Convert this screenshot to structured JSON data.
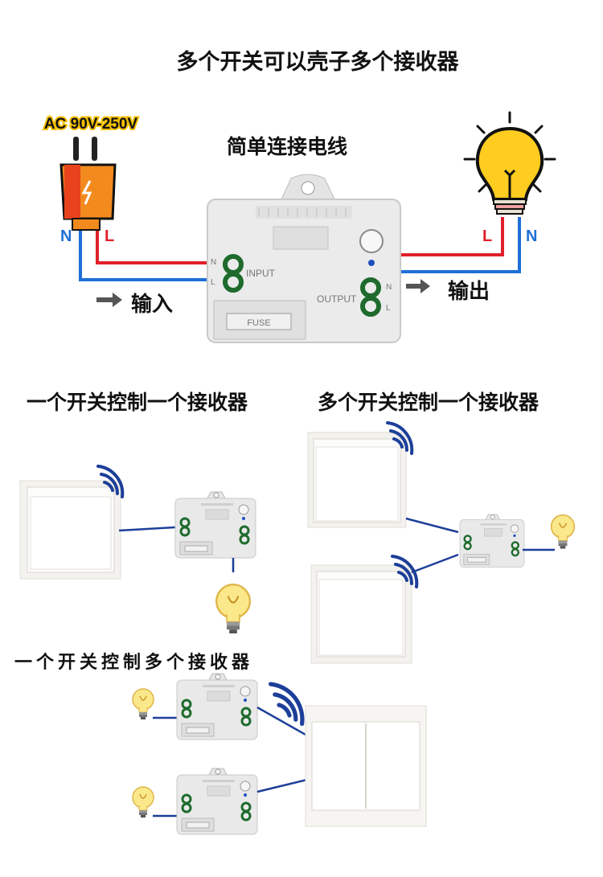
{
  "title": "多个开关可以壳子多个接收器",
  "wiring": {
    "heading": "简单连接电线",
    "voltage": "AC 90V-250V",
    "left_n": "N",
    "left_l": "L",
    "right_l": "L",
    "right_n": "N",
    "input_label": "输入",
    "output_label": "输出",
    "module": {
      "input": "INPUT",
      "output": "OUTPUT",
      "fuse": "FUSE",
      "n": "N",
      "l": "L"
    },
    "colors": {
      "live": "#e0202a",
      "neutral": "#1f6fd6",
      "arrow": "#555555"
    }
  },
  "scenarios": {
    "one_to_one": "一个开关控制一个接收器",
    "many_to_one": "多个开关控制一个接收器",
    "one_to_many": "一个开关控制多个接收器"
  }
}
